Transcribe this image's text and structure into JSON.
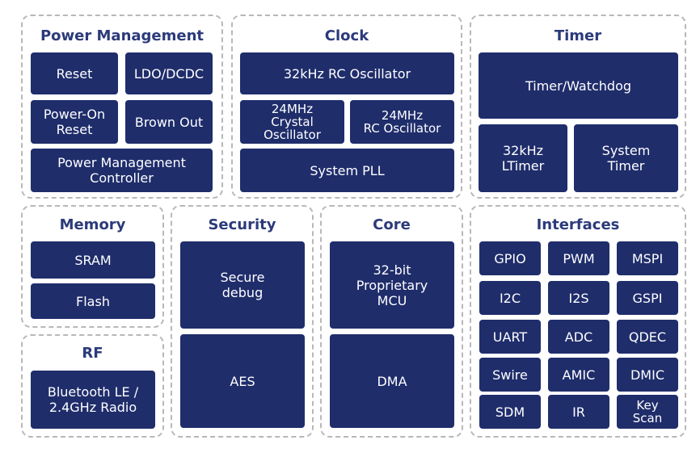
{
  "power": {
    "title": "Power Management",
    "reset": "Reset",
    "ldo": "LDO/DCDC",
    "poweron": "Power-On\nReset",
    "brownout": "Brown Out",
    "controller": "Power Management\nController"
  },
  "clock": {
    "title": "Clock",
    "rc32k": "32kHz RC Oscillator",
    "crystal": "24MHz\nCrystal\nOscillator",
    "rc24": "24MHz\nRC Oscillator",
    "pll": "System PLL"
  },
  "timer": {
    "title": "Timer",
    "watchdog": "Timer/Watchdog",
    "ltimer": "32kHz\nLTimer",
    "system": "System\nTimer"
  },
  "memory": {
    "title": "Memory",
    "sram": "SRAM",
    "flash": "Flash"
  },
  "rf": {
    "title": "RF",
    "radio": "Bluetooth LE /\n2.4GHz Radio"
  },
  "security": {
    "title": "Security",
    "debug": "Secure\ndebug",
    "aes": "AES"
  },
  "core": {
    "title": "Core",
    "mcu": "32-bit\nProprietary\nMCU",
    "dma": "DMA"
  },
  "interfaces": {
    "title": "Interfaces",
    "items": [
      "GPIO",
      "PWM",
      "MSPI",
      "I2C",
      "I2S",
      "GSPI",
      "UART",
      "ADC",
      "QDEC",
      "Swire",
      "AMIC",
      "DMIC",
      "SDM",
      "IR",
      "Key\nScan"
    ]
  },
  "colors": {
    "block": "#1f2d6b",
    "title": "#2b3a7a",
    "border": "#b8b8b8"
  }
}
